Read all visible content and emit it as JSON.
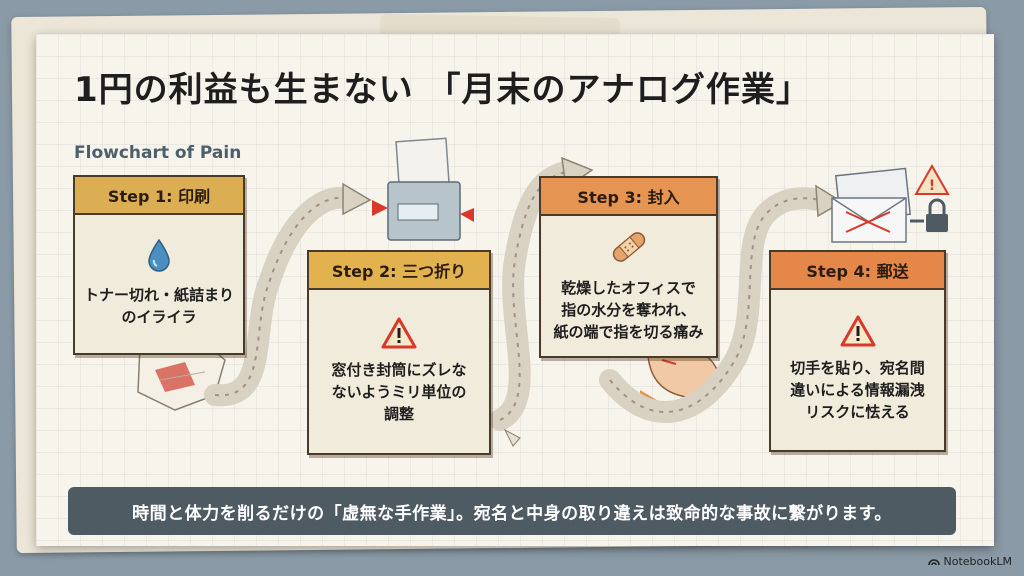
{
  "title": "1円の利益も生まない 「月末のアナログ作業」",
  "subtitle": "Flowchart of Pain",
  "steps": [
    {
      "header": "Step 1: 印刷",
      "icon": "water-drop-icon",
      "text": "トナー切れ・紙詰まり\nのイライラ"
    },
    {
      "header": "Step 2: 三つ折り",
      "icon": "warning-icon",
      "text": "窓付き封筒にズレな\nないようミリ単位の\n調整"
    },
    {
      "header": "Step 3: 封入",
      "icon": "bandage-icon",
      "text": "乾燥したオフィスで\n指の水分を奪われ、\n紙の端で指を切る痛み"
    },
    {
      "header": "Step 4: 郵送",
      "icon": "warning-icon",
      "text": "切手を貼り、宛名間\n違いによる情報漏洩\nリスクに怯える"
    }
  ],
  "footer": "時間と体力を削るだけの「虚無な手作業」。宛名と中身の取り違えは致命的な事故に繋がります。",
  "branding": "NotebookLM",
  "colors": {
    "step1_header": "#dcae54",
    "step2_header": "#e2b24f",
    "step3_header": "#e69452",
    "step4_header": "#e6874a",
    "warning_red": "#d8392b",
    "footer_bg": "#4f5b63"
  }
}
